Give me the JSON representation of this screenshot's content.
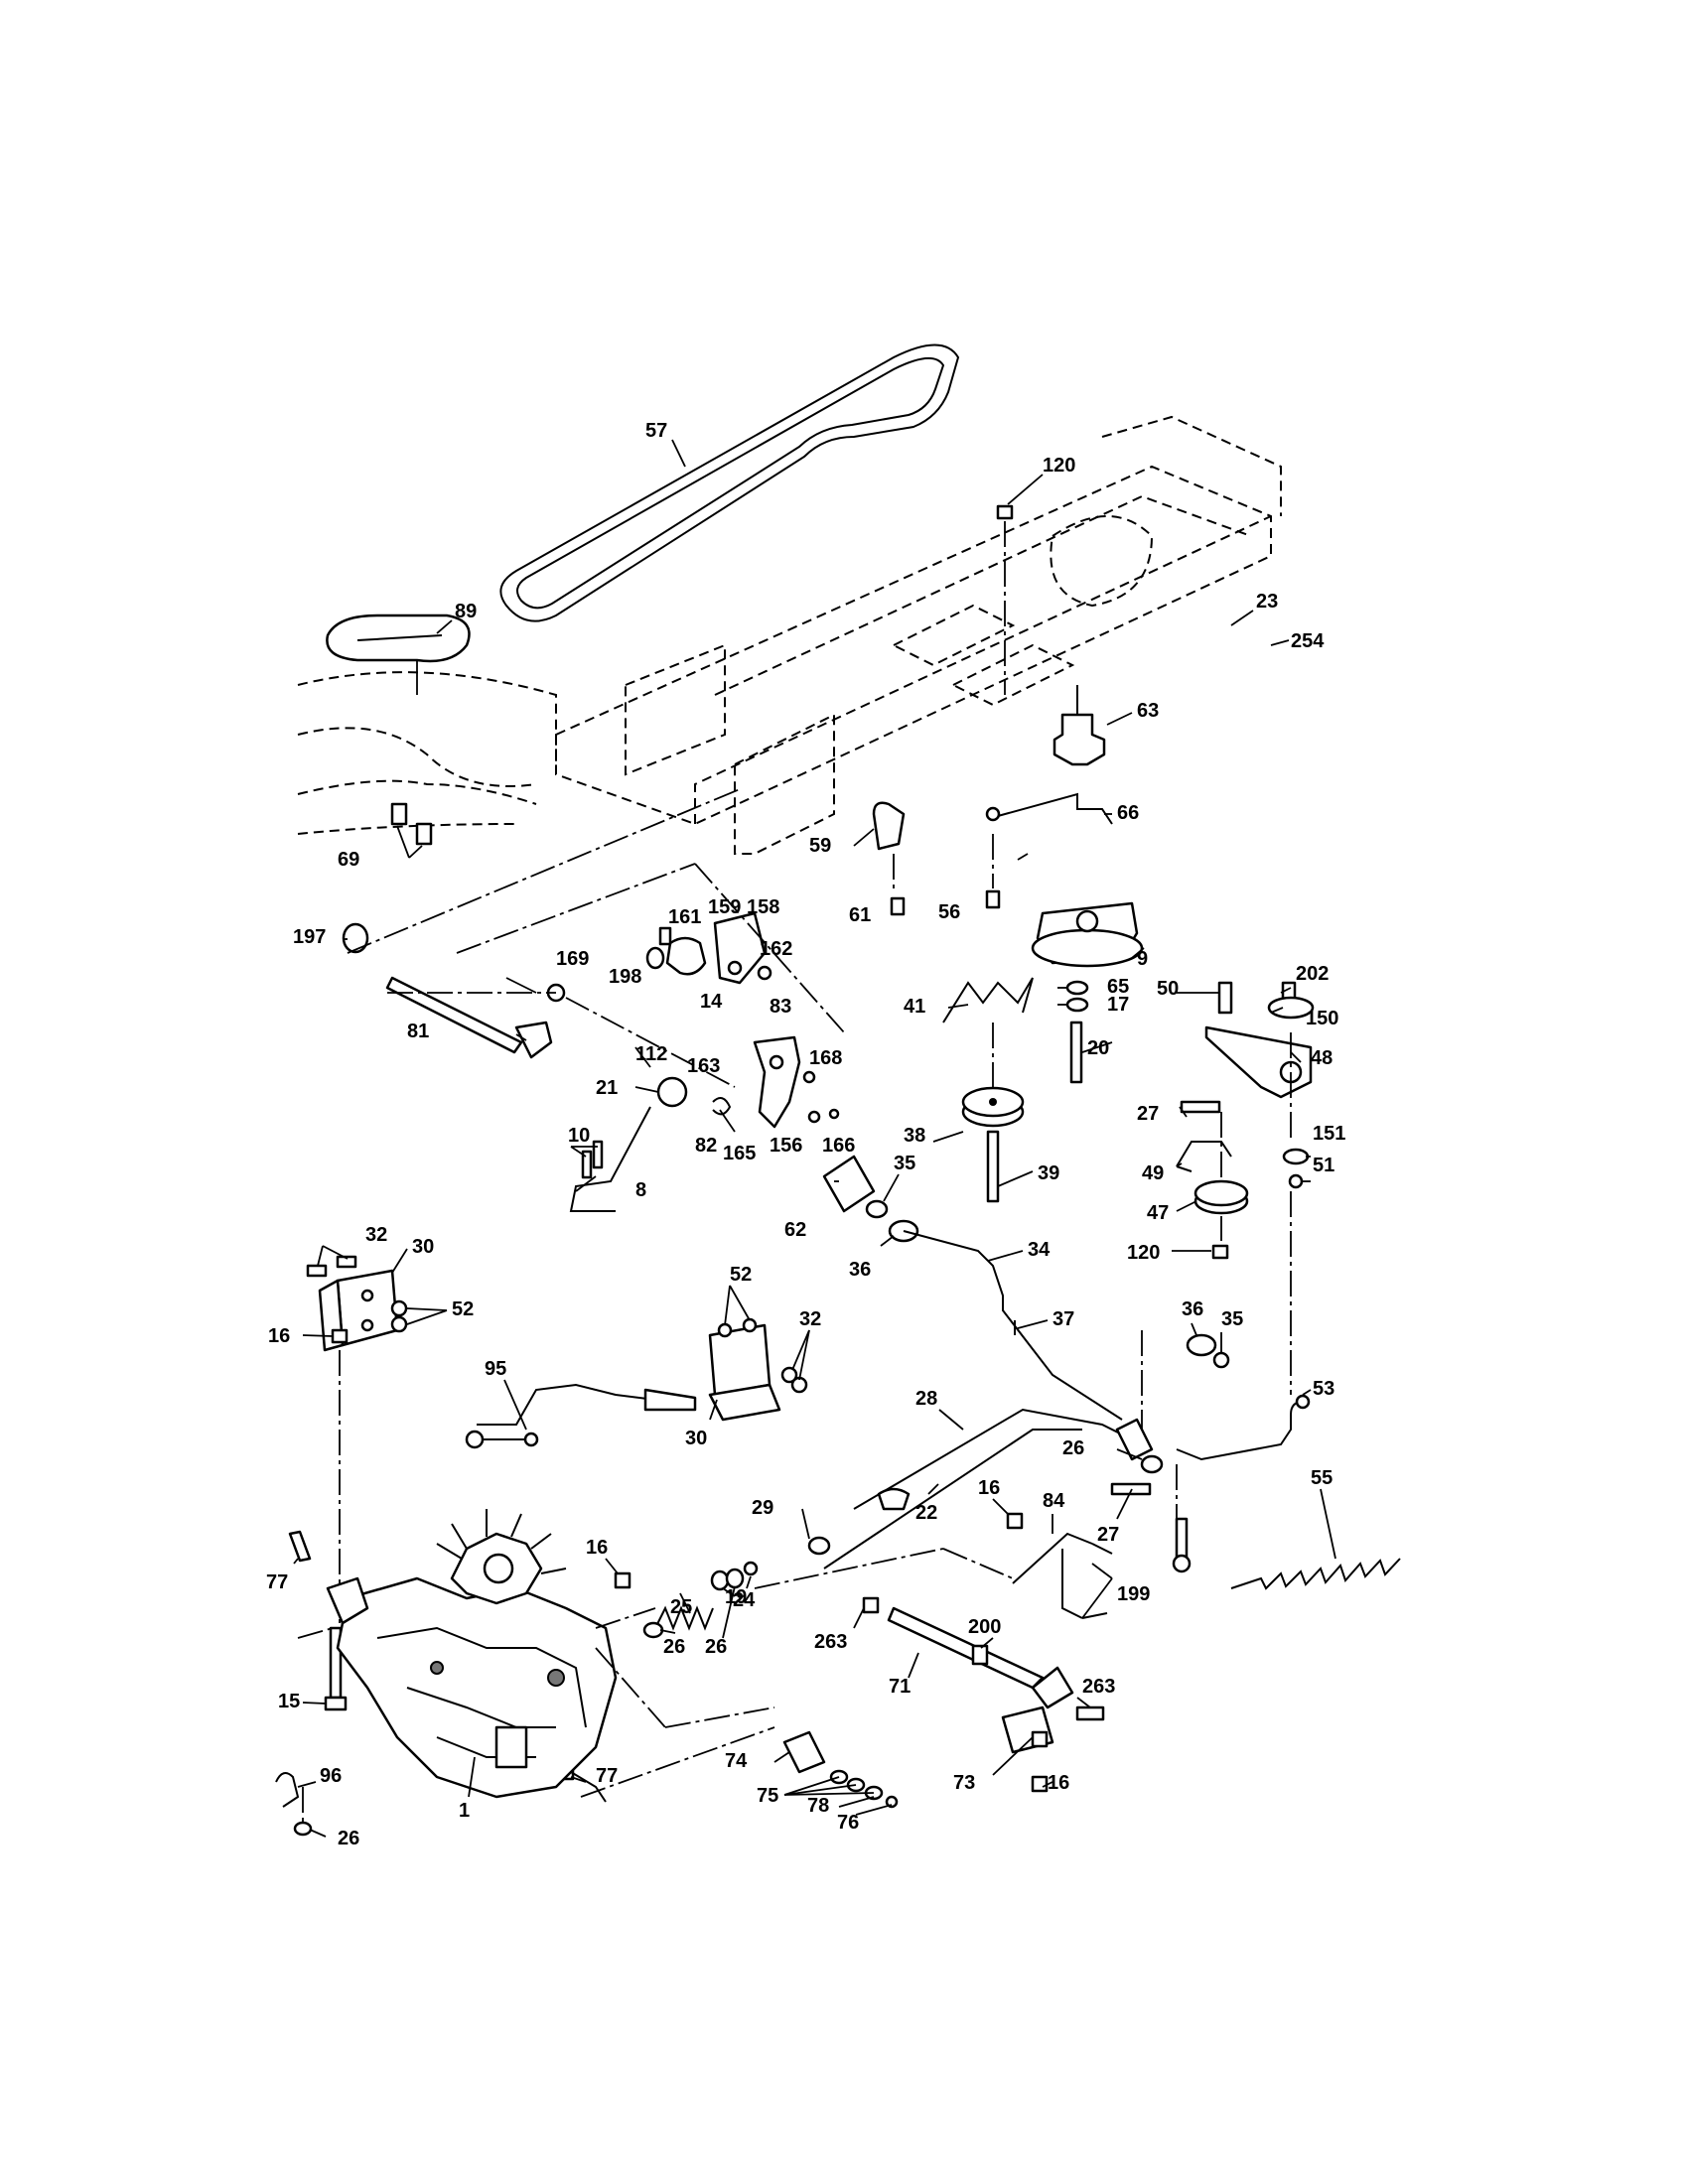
{
  "diagram": {
    "callouts": [
      "57",
      "120",
      "89",
      "23",
      "254",
      "63",
      "66",
      "59",
      "61",
      "56",
      "69",
      "197",
      "161",
      "159",
      "158",
      "162",
      "198",
      "169",
      "14",
      "83",
      "112",
      "163",
      "168",
      "81",
      "21",
      "82",
      "165",
      "156",
      "166",
      "9",
      "65",
      "17",
      "20",
      "41",
      "50",
      "202",
      "150",
      "48",
      "38",
      "39",
      "27",
      "151",
      "51",
      "49",
      "47",
      "120",
      "10",
      "8",
      "35",
      "62",
      "36",
      "34",
      "37",
      "32",
      "30",
      "52",
      "16",
      "52",
      "32",
      "30",
      "95",
      "36",
      "35",
      "53",
      "28",
      "26",
      "29",
      "22",
      "16",
      "84",
      "27",
      "55",
      "77",
      "16",
      "25",
      "19",
      "24",
      "26",
      "26",
      "199",
      "15",
      "200",
      "263",
      "263",
      "71",
      "74",
      "75",
      "78",
      "76",
      "77",
      "96",
      "26",
      "1",
      "73",
      "16"
    ]
  }
}
